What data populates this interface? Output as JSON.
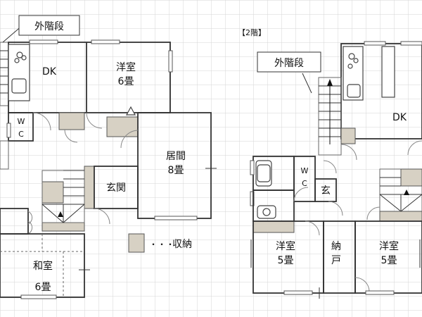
{
  "floor2_title": "【2階】",
  "callouts": {
    "exterior_stair_1f": "外階段",
    "exterior_stair_2f": "外階段"
  },
  "floor1": {
    "dk": "DK",
    "western_room": {
      "name": "洋室",
      "size": "6畳"
    },
    "wc": [
      "W",
      "C"
    ],
    "living": {
      "name": "居間",
      "size": "8畳"
    },
    "entrance": "玄関",
    "japanese_room": {
      "name": "和室",
      "size": "6畳"
    }
  },
  "floor2": {
    "dk": "DK",
    "wc": [
      "W",
      "C"
    ],
    "entrance": "玄",
    "western_room_left": {
      "name": "洋室",
      "size": "5畳"
    },
    "storeroom": [
      "納",
      "戸"
    ],
    "western_room_right": {
      "name": "洋室",
      "size": "5畳"
    }
  },
  "legend": {
    "dots": "・・・",
    "label": "収納"
  },
  "colors": {
    "storage": "#d7d1c4",
    "grid": "#d9d9d9",
    "wall": "#333333"
  }
}
